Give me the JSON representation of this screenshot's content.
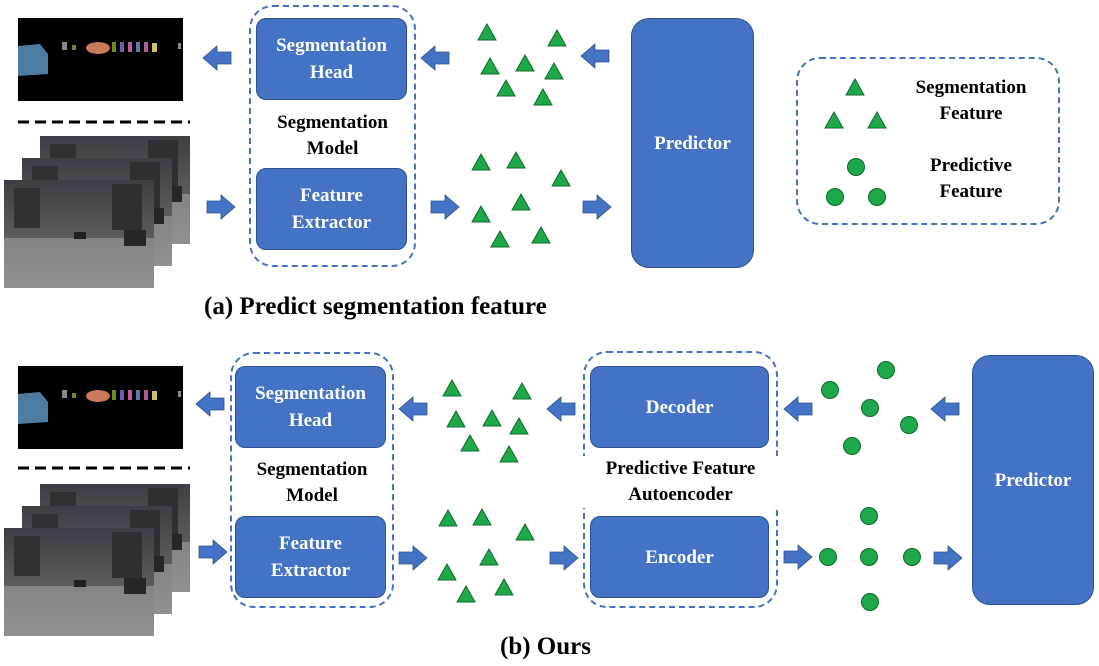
{
  "colors": {
    "block": "#4472C4",
    "block_border": "#2F528F",
    "feature": "#1FA84A",
    "feature_outline": "#0E6A2B"
  },
  "panel_a": {
    "seg_head": "Segmentation\nHead",
    "seg_model": "Segmentation\nModel",
    "feat_extractor": "Feature\nExtractor",
    "predictor": "Predictor",
    "legend": {
      "seg_feature": "Segmentation\nFeature",
      "pred_feature": "Predictive\nFeature"
    },
    "caption": "(a) Predict segmentation feature"
  },
  "panel_b": {
    "seg_head": "Segmentation\nHead",
    "seg_model": "Segmentation\nModel",
    "feat_extractor": "Feature\nExtractor",
    "decoder": "Decoder",
    "encoder": "Encoder",
    "autoencoder": "Predictive Feature\nAutoencoder",
    "predictor": "Predictor",
    "caption": "(b) Ours"
  },
  "icons": [
    "segmentation-map-image",
    "video-frames-image",
    "arrow-icon",
    "triangle-feature-icon",
    "circle-feature-icon"
  ]
}
